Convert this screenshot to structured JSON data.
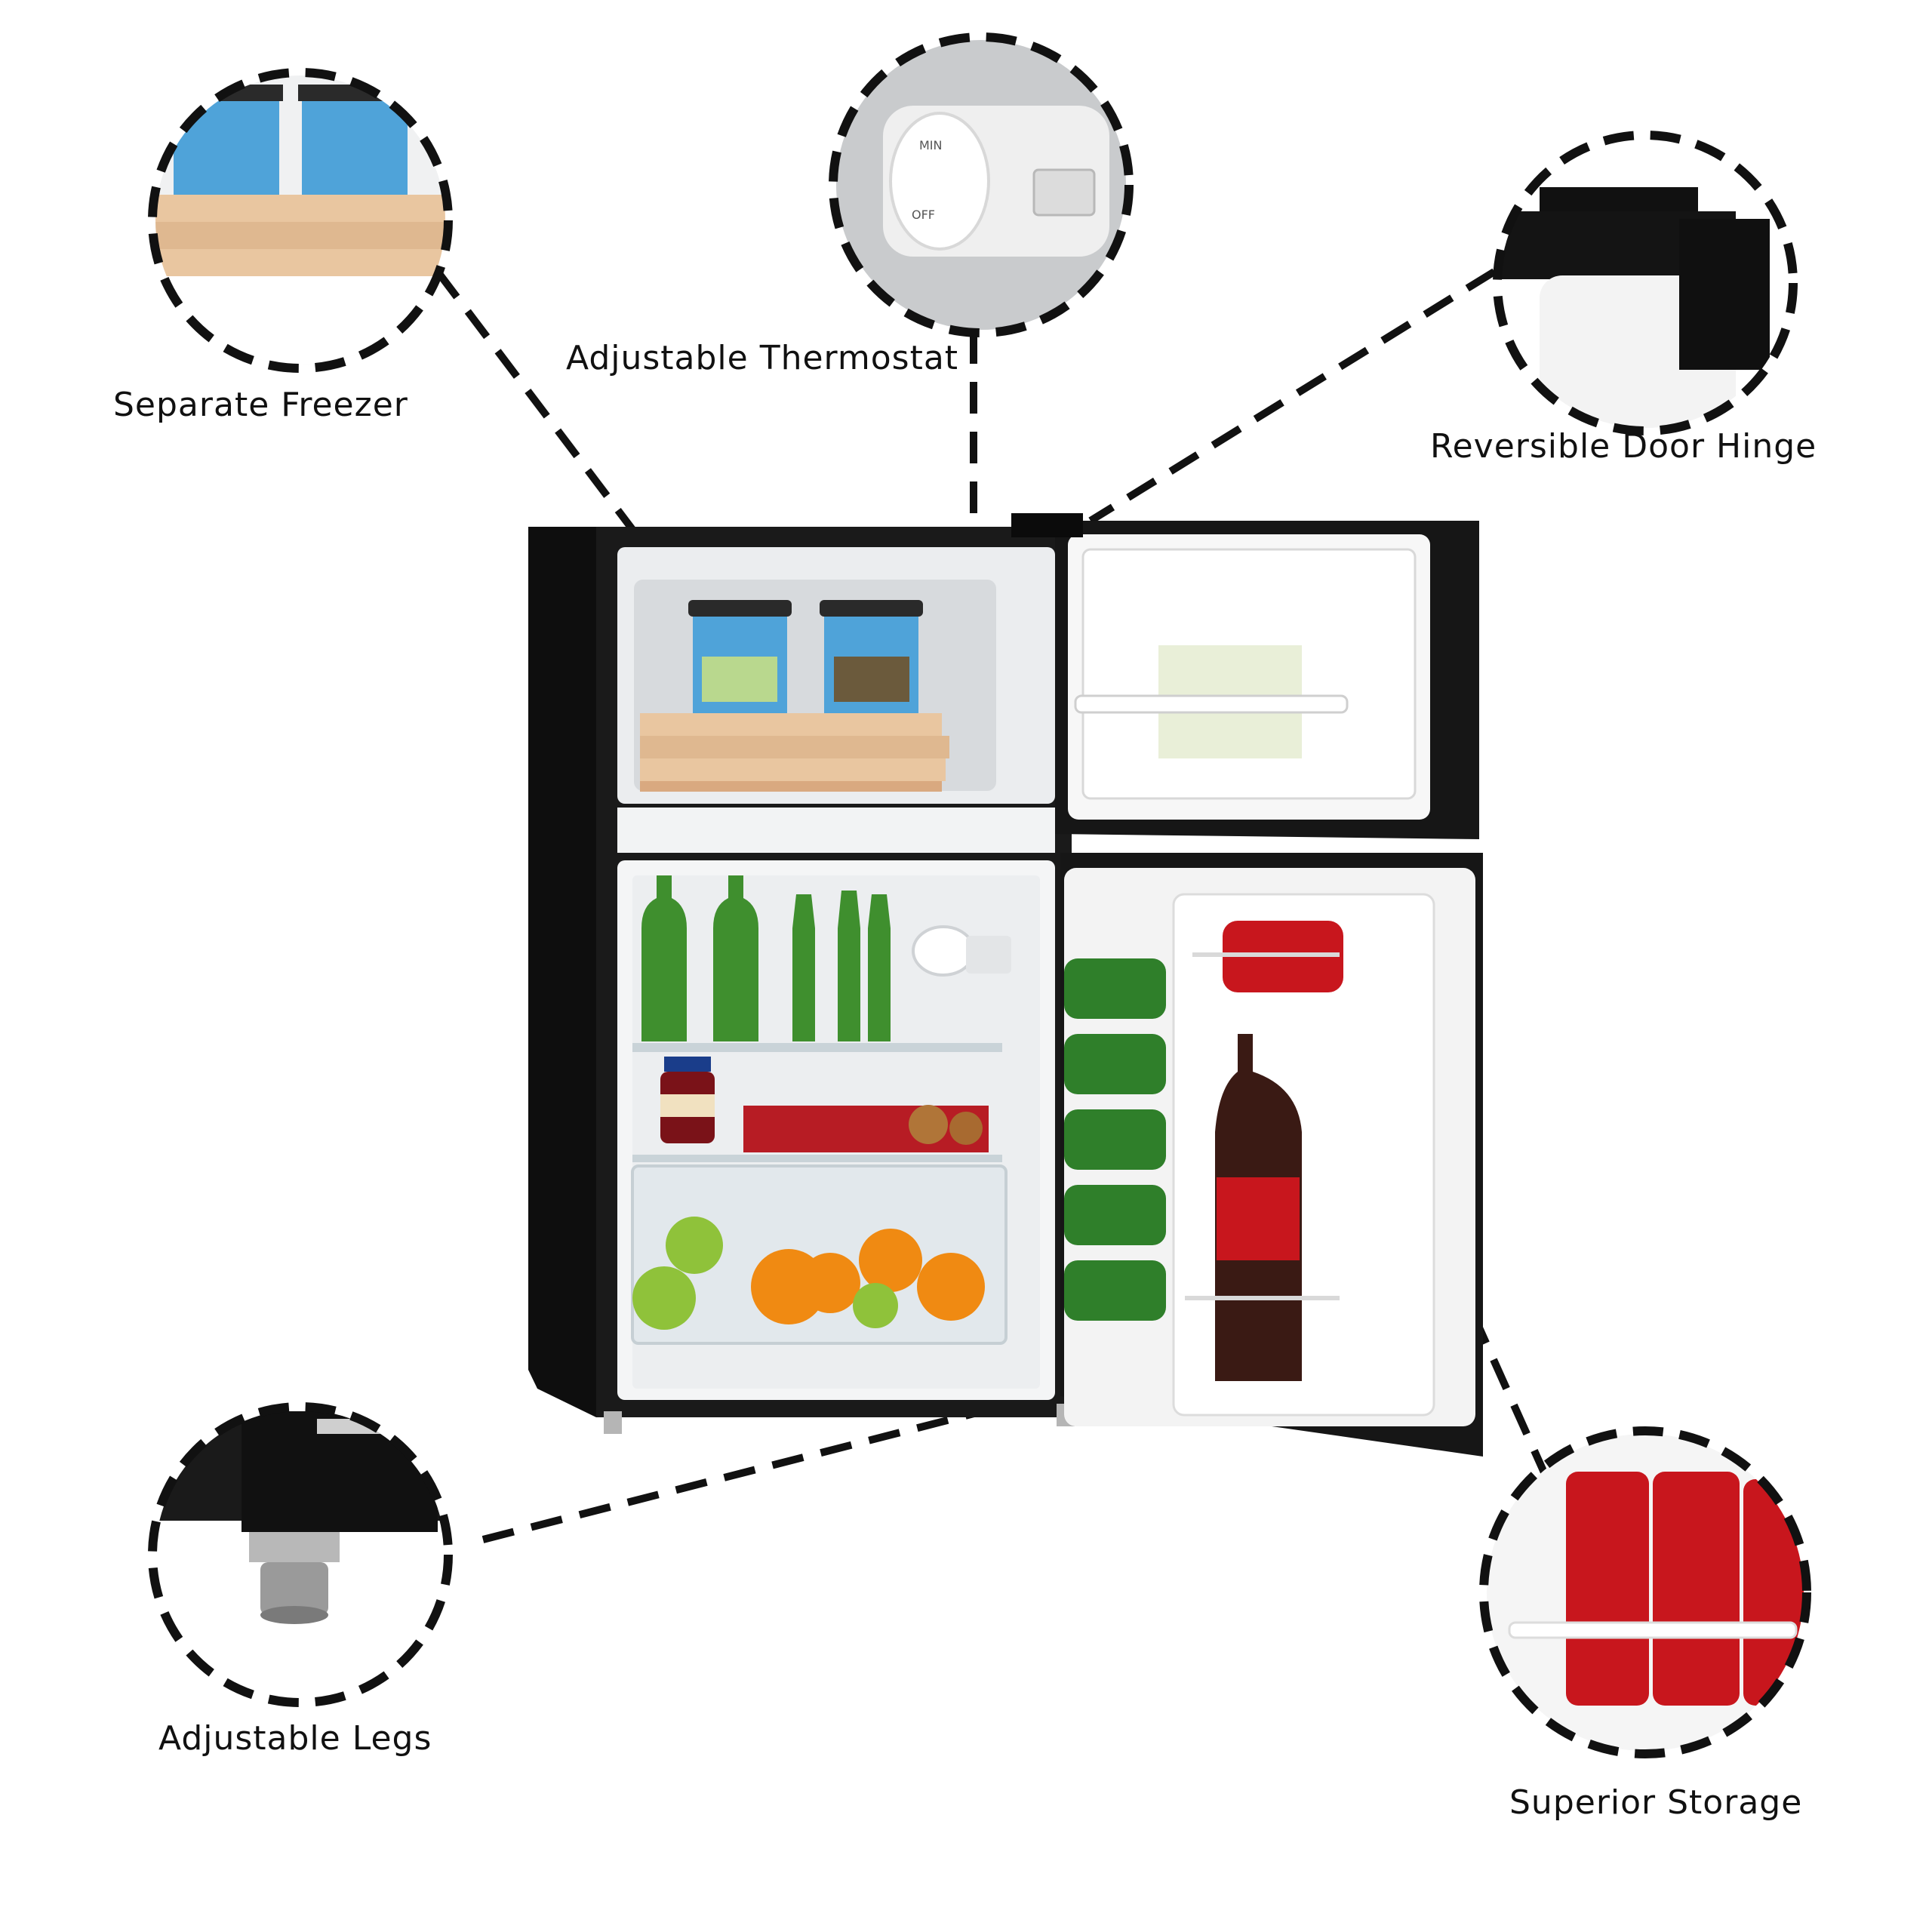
{
  "callouts": {
    "separate_freezer": {
      "label": "Separate Freezer"
    },
    "adjustable_thermostat": {
      "label": "Adjustable Thermostat"
    },
    "reversible_door_hinge": {
      "label": "Reversible Door Hinge"
    },
    "adjustable_legs": {
      "label": "Adjustable Legs"
    },
    "superior_storage": {
      "label": "Superior Storage"
    }
  },
  "thermostat_dial": {
    "min_label": "MIN",
    "off_label": "OFF"
  },
  "colors": {
    "fridge_body": "#121212",
    "interior": "#f4f5f6",
    "dashed_line": "#111111",
    "bottle_green": "#3f8f2e",
    "can_red": "#c8161d",
    "orange": "#f08a12",
    "apple_green": "#8fc23a"
  }
}
